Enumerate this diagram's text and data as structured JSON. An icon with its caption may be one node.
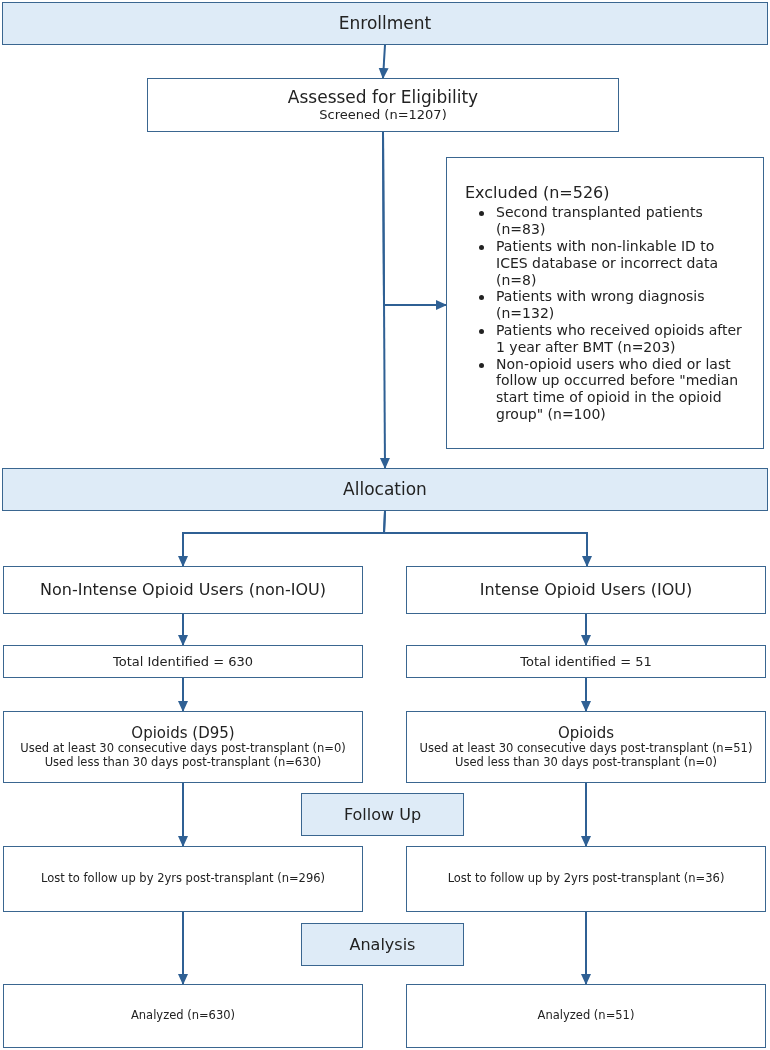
{
  "diagram": {
    "nodes": [
      {
        "text": [
          "Enrollment"
        ]
      },
      {
        "text": [
          "Assessed for Eligibility",
          "Screened (n=1207)"
        ]
      },
      {
        "text": [
          "Excluded (n=526)",
          "Second transplanted patients (n=83)",
          "Patients with non-linkable ID to ICES database or incorrect data (n=8)",
          "Patients with wrong diagnosis (n=132)",
          "Patients who received opioids after 1 year after BMT (n=203)",
          "Non-opioid users who died or last follow up occurred before \"median start time of opioid in the opioid group\" (n=100)"
        ]
      },
      {
        "text": [
          "Allocation"
        ]
      },
      {
        "text": [
          "Non-Intense Opioid Users (non-IOU)"
        ]
      },
      {
        "text": [
          "Intense Opioid Users (IOU)"
        ]
      },
      {
        "text": [
          "Total Identified = 630"
        ]
      },
      {
        "text": [
          "Total identified = 51"
        ]
      },
      {
        "text": [
          "Opioids (D95)",
          "Used at least 30 consecutive days post-transplant (n=0)",
          "Used less than 30 days post-transplant (n=630)"
        ]
      },
      {
        "text": [
          "Opioids",
          "Used at least 30 consecutive days post-transplant (n=51)",
          "Used less than 30 days post-transplant (n=0)"
        ]
      },
      {
        "text": [
          "Follow Up"
        ]
      },
      {
        "text": [
          "Lost to follow up by 2yrs post-transplant (n=296)"
        ]
      },
      {
        "text": [
          "Lost to follow up by 2yrs post-transplant (n=36)"
        ]
      },
      {
        "text": [
          "Analysis"
        ]
      },
      {
        "text": [
          "Analyzed (n=630)"
        ]
      },
      {
        "text": [
          "Analyzed (n=51)"
        ]
      }
    ],
    "edges": [
      {
        "from": 0,
        "to": 1,
        "arrow": "to"
      },
      {
        "from": 1,
        "to": 3,
        "arrow": "to"
      },
      {
        "from": 1,
        "to": 2,
        "arrow": "to"
      },
      {
        "from": 3,
        "to": 4,
        "arrow": "to"
      },
      {
        "from": 3,
        "to": 5,
        "arrow": "to"
      },
      {
        "from": 4,
        "to": 6,
        "arrow": "to"
      },
      {
        "from": 6,
        "to": 8,
        "arrow": "to"
      },
      {
        "from": 5,
        "to": 7,
        "arrow": "to"
      },
      {
        "from": 7,
        "to": 9,
        "arrow": "to"
      },
      {
        "from": 8,
        "to": 11,
        "arrow": "to"
      },
      {
        "from": 9,
        "to": 12,
        "arrow": "to"
      },
      {
        "from": 11,
        "to": 14,
        "arrow": "to"
      },
      {
        "from": 12,
        "to": 15,
        "arrow": "to"
      }
    ]
  }
}
